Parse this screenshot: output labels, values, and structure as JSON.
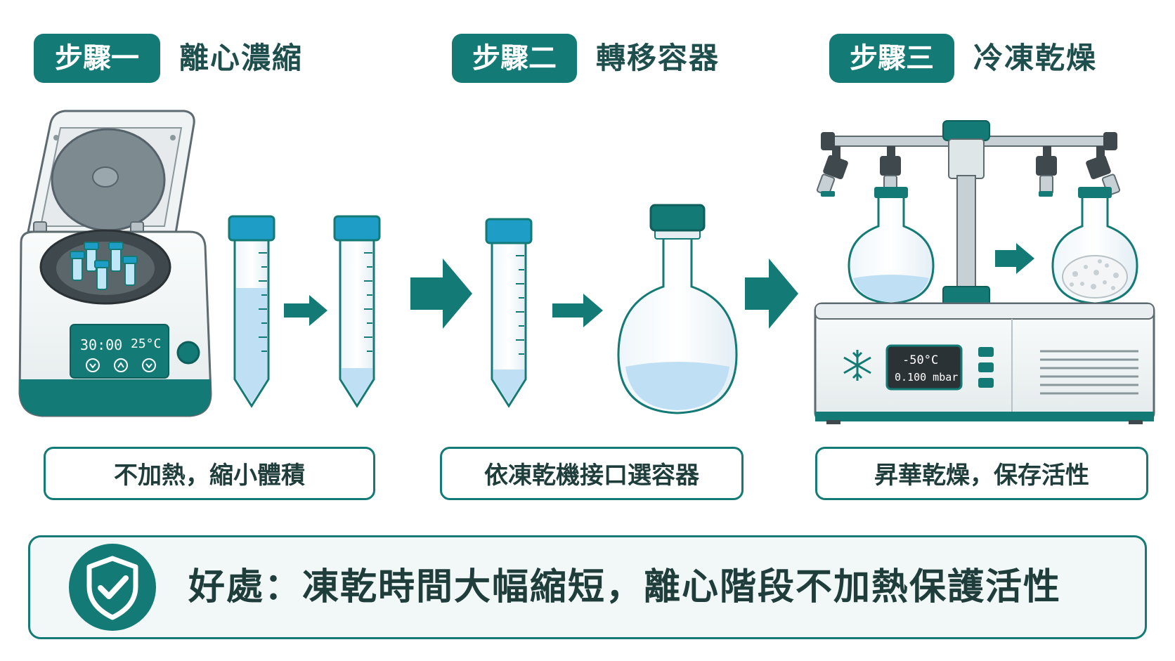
{
  "steps": [
    {
      "badge": "步驟一",
      "title": "離心濃縮",
      "caption": "不加熱，縮小體積"
    },
    {
      "badge": "步驟二",
      "title": "轉移容器",
      "caption": "依凍乾機接口選容器"
    },
    {
      "badge": "步驟三",
      "title": "冷凍乾燥",
      "caption": "昇華乾燥，保存活性"
    }
  ],
  "centrifuge": {
    "time": "30:00",
    "temp": "25°C"
  },
  "freeze_dryer": {
    "temp": "-50°C",
    "pressure": "0.100 mbar"
  },
  "benefit": {
    "text": "好處：凍乾時間大幅縮短，離心階段不加熱保護活性"
  },
  "colors": {
    "teal": "#137a75",
    "liquid": "#bfe0f4",
    "panel": "#f1f8f7"
  },
  "icons": [
    "shield-check-icon",
    "snowflake-icon",
    "arrow-right-icon"
  ]
}
